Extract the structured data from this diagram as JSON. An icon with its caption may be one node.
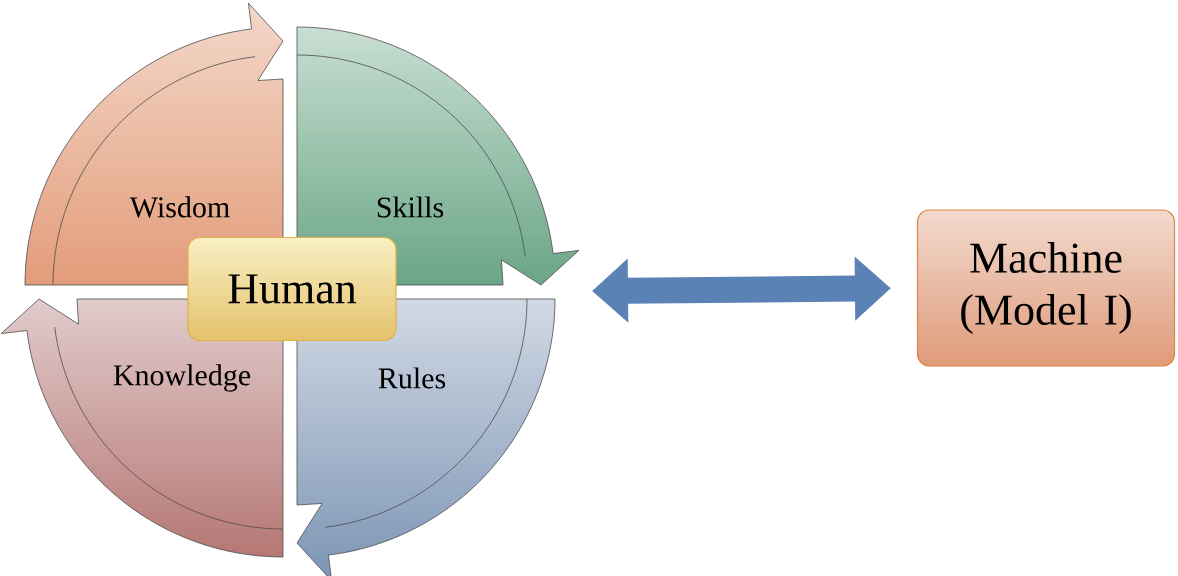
{
  "diagram": {
    "nodes": [
      {
        "text": [
          "Wisdom"
        ]
      },
      {
        "text": [
          "Skills"
        ]
      },
      {
        "text": [
          "Rules"
        ]
      },
      {
        "text": [
          "Knowledge"
        ]
      },
      {
        "text": [
          "Human"
        ]
      },
      {
        "text": [
          "Machine (Model I)"
        ]
      }
    ],
    "edges": [
      {
        "from": null,
        "to": 5,
        "arrow": "both"
      }
    ]
  }
}
